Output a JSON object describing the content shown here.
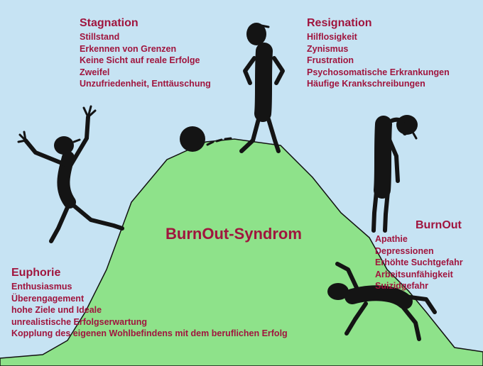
{
  "diagram_title": "BurnOut-Syndrom",
  "colors": {
    "sky": "#c6e3f3",
    "hill": "#8ee28a",
    "text": "#a0153e",
    "figure": "#141414"
  },
  "phases": {
    "stagnation": {
      "heading": "Stagnation",
      "items": [
        "Stillstand",
        "Erkennen von Grenzen",
        "Keine Sicht auf reale Erfolge",
        "Zweifel",
        "Unzufriedenheit, Enttäuschung"
      ]
    },
    "resignation": {
      "heading": "Resignation",
      "items": [
        "Hilflosigkeit",
        "Zynismus",
        "Frustration",
        "Psychosomatische Erkrankungen",
        "Häufige Krankschreibungen"
      ]
    },
    "burnout": {
      "heading": "BurnOut",
      "items": [
        "Apathie",
        "Depressionen",
        "Erhöhte Suchtgefahr",
        "Arbeitsunfähigkeit",
        "Suizidgefahr"
      ]
    },
    "euphorie": {
      "heading": "Euphorie",
      "items": [
        "Enthusiasmus",
        "Überengagement",
        "hohe Ziele und Ideale",
        "unrealistische Erfolgserwartung",
        "Kopplung des eigenen Wohlbefindens mit dem beruflichen Erfolg"
      ]
    }
  },
  "figures": [
    "jumping-figure-icon",
    "rolling-ball-icon",
    "standing-figure-icon",
    "slumped-figure-icon",
    "falling-figure-icon"
  ]
}
